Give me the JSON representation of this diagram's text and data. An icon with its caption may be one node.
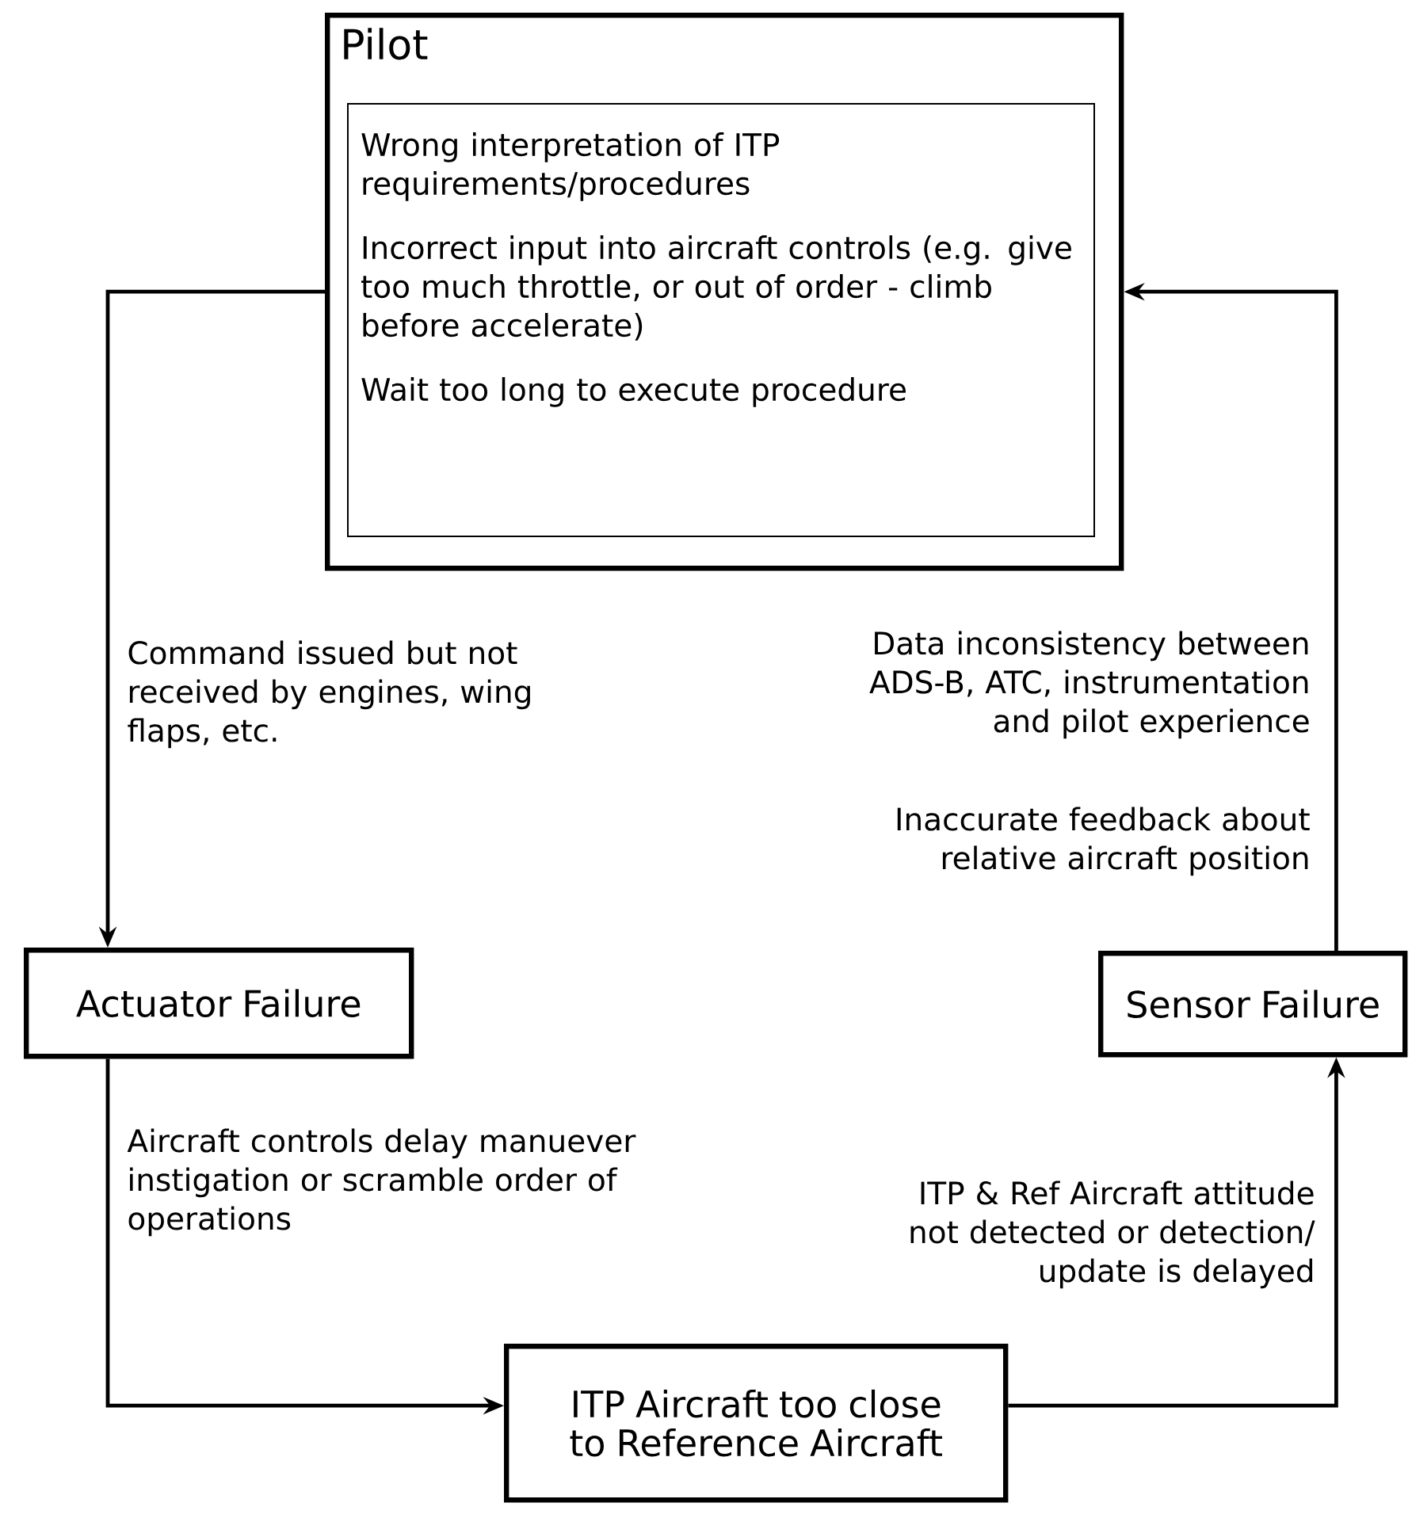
{
  "diagram": {
    "nodes": [
      {
        "text": [
          "Pilot"
        ]
      },
      {
        "text": [
          "Wrong interpretation of ITP requirements/procedures",
          "Incorrect input into aircraft controls (e.g. give too much throttle, or out of order - climb before accelerate)",
          "Wait too long to execute procedure"
        ],
        "in": 0
      },
      {
        "text": [
          "Actuator Failure"
        ]
      },
      {
        "text": [
          "ITP Aircraft too close to Reference Aircraft"
        ]
      },
      {
        "text": [
          "Sensor Failure"
        ]
      }
    ],
    "edges": [
      {
        "from": 0,
        "to": 2,
        "arrow": "to",
        "label": "Command issued but not received by engines, wing flaps, etc."
      },
      {
        "from": 2,
        "to": 3,
        "arrow": "to",
        "label": "Aircraft controls delay manuever instigation or scramble order of operations"
      },
      {
        "from": 3,
        "to": 4,
        "arrow": "to",
        "label": "ITP & Ref Aircraft attitude not detected or detection/ update is delayed"
      },
      {
        "from": 4,
        "to": 0,
        "arrow": "to",
        "label": "Data inconsistency between ADS-B, ATC, instrumentation and pilot experience"
      }
    ],
    "labels": [
      "Inaccurate feedback about relative aircraft position"
    ]
  }
}
